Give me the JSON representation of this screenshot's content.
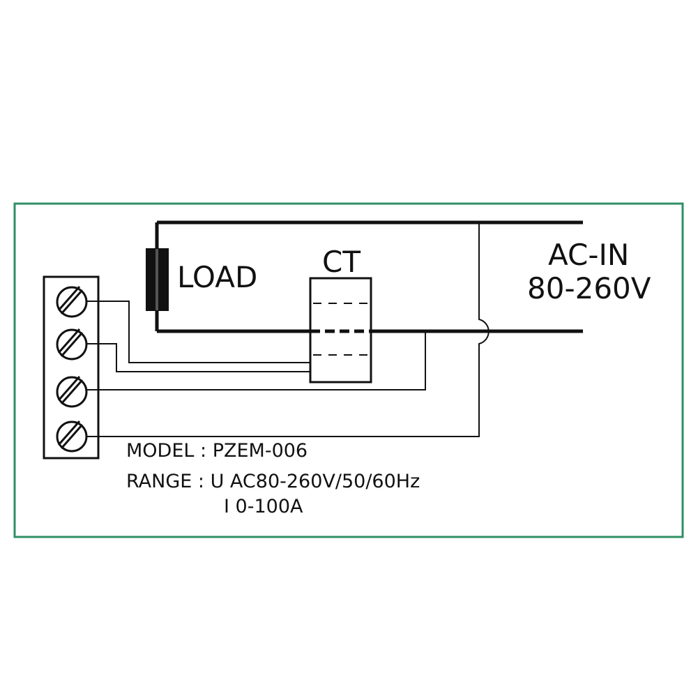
{
  "diagram": {
    "load_label": "LOAD",
    "ct_label": "CT",
    "acin_label": "AC-IN",
    "voltage_label": "80-260V",
    "model_line": "MODEL : PZEM-006",
    "range_line": "RANGE : U AC80-260V/50/60Hz",
    "current_line": "I 0-100A",
    "terminal_count": 4,
    "colors": {
      "frame": "#2f8f64",
      "ink": "#111111",
      "background": "#ffffff"
    }
  }
}
